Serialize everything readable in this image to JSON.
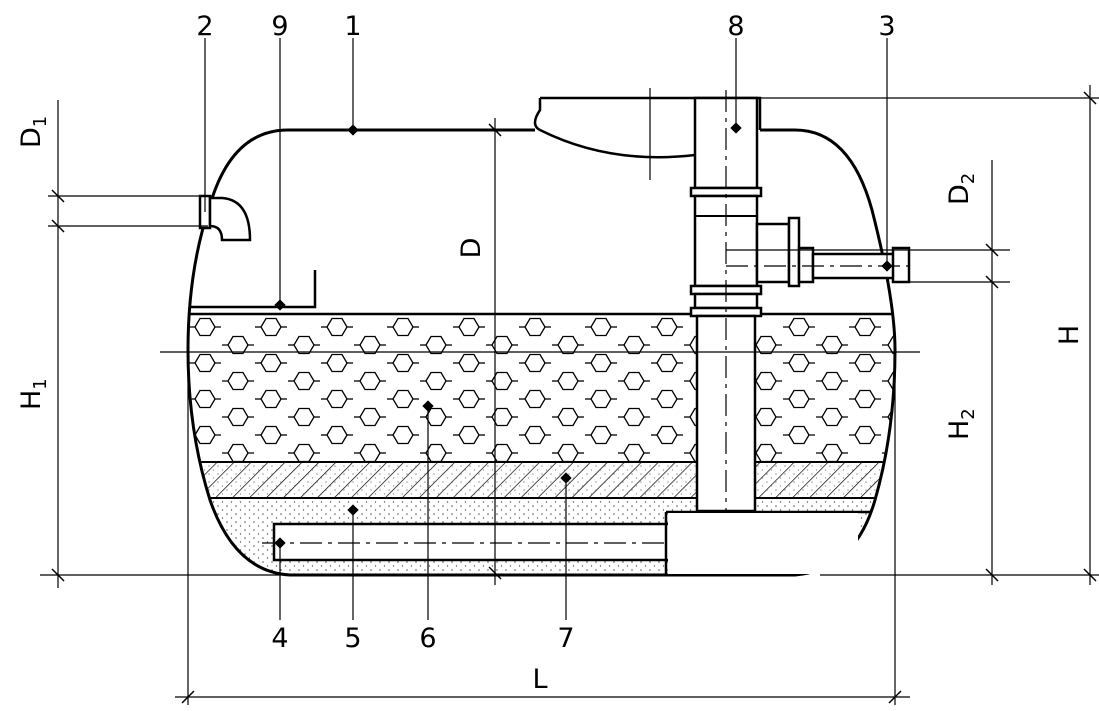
{
  "callouts": {
    "c1": "1",
    "c2": "2",
    "c3": "3",
    "c4": "4",
    "c5": "5",
    "c6": "6",
    "c7": "7",
    "c8": "8",
    "c9": "9"
  },
  "dimensions": {
    "D": "D",
    "D1_main": "D",
    "D1_sub": "1",
    "D2_main": "D",
    "D2_sub": "2",
    "H": "H",
    "H1_main": "H",
    "H1_sub": "1",
    "H2_main": "H",
    "H2_sub": "2",
    "L": "L"
  },
  "colors": {
    "line": "#000000",
    "background": "#ffffff",
    "sand_dots": "#555555"
  }
}
